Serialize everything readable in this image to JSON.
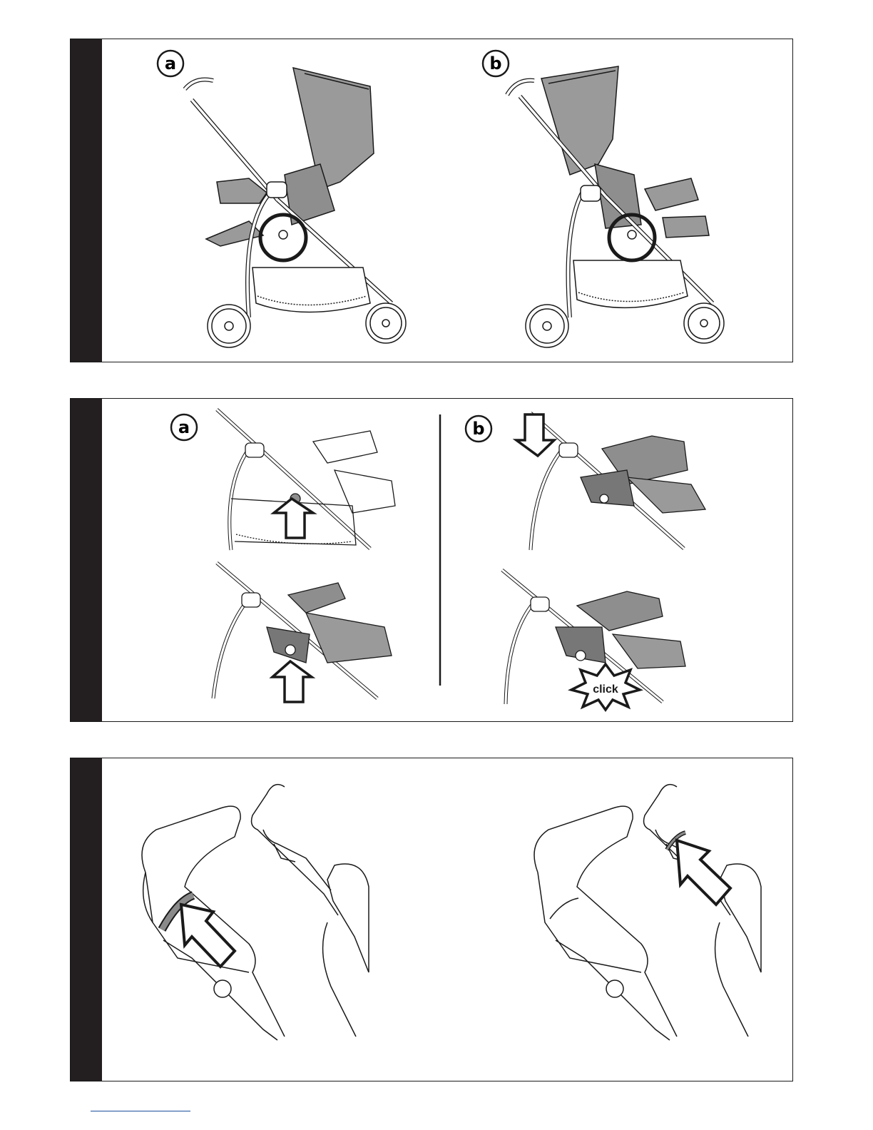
{
  "panels": [
    {
      "labels": [
        "a",
        "b"
      ]
    },
    {
      "labels": [
        "a",
        "b"
      ],
      "click_text": "click"
    },
    {
      "labels": []
    }
  ],
  "colors": {
    "bar": "#231f20",
    "fabric": "#9a9a9a",
    "fabric_dark": "#777777",
    "line": "#1a1a1a",
    "footer_line": "#1a4f9c"
  },
  "icons": [
    "stroller-illustration",
    "arrow-up-icon",
    "arrow-down-icon",
    "click-burst-icon",
    "handle-illustration"
  ]
}
